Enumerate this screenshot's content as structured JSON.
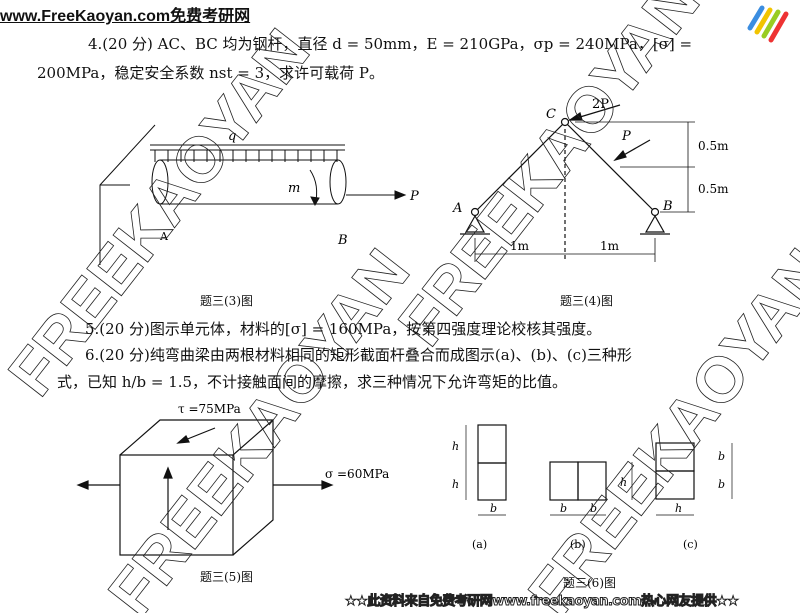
{
  "header": {
    "site": "www.FreeKaoyan.com免费考研网"
  },
  "questions": {
    "q4_line1": "4.(20 分) AC、BC 均为钢杆，直径 d = 50mm，E = 210GPa，σp = 240MPa，[σ] =",
    "q4_line2": "200MPa，稳定安全系数 nst = 3，求许可载荷 P。",
    "q5": "5.(20 分)图示单元体，材料的[σ] = 160MPa，按第四强度理论校核其强度。",
    "q6_line1": "6.(20 分)纯弯曲梁由两根材料相同的矩形截面杆叠合而成图示(a)、(b)、(c)三种形",
    "q6_line2": "式，已知 h/b = 1.5，不计接触面间的摩擦，求三种情况下允许弯矩的比值。"
  },
  "fig3": {
    "caption": "题三(3)图",
    "q": "q",
    "m": "m",
    "p": "P",
    "b": "B",
    "a": "A"
  },
  "fig4": {
    "caption": "题三(4)图",
    "c": "C",
    "load2p": "2P",
    "p": "P",
    "dim1": "0.5m",
    "dim2": "0.5m",
    "a": "A",
    "b": "B",
    "len1": "1m",
    "len2": "1m"
  },
  "fig5": {
    "caption": "题三(5)图",
    "tau": "τ =75MPa",
    "sigma": "σ =60MPa"
  },
  "fig6": {
    "caption": "题三(6)图",
    "h": "h",
    "b": "b",
    "a_label": "(a)",
    "b_label": "(b)",
    "c_label": "(c)"
  },
  "watermark": "FREEKAOYAN",
  "footer": "★★此资料来自免费考研网www.freekaoyan.com热心网友提供★★"
}
